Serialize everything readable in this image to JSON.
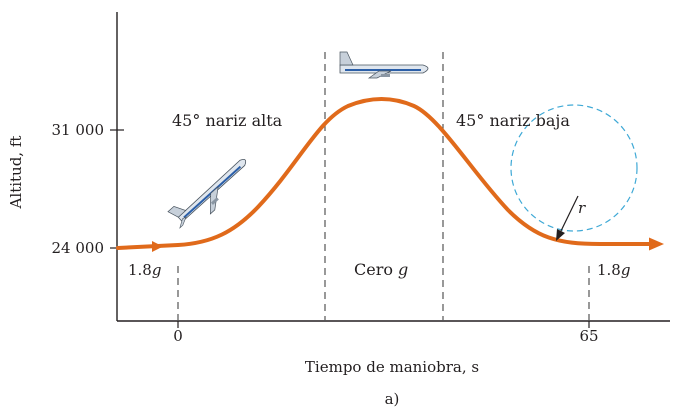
{
  "figure": {
    "y_axis_title": "Altitud, ft",
    "x_axis_title": "Tiempo de maniobra, s",
    "caption": "a)",
    "y_ticks": [
      "31 000",
      "24 000"
    ],
    "x_ticks": [
      "0",
      "65"
    ],
    "regions": {
      "nose_up": "45° nariz alta",
      "zero_g": "Cero",
      "zero_g_symbol": "g",
      "nose_down": "45° nariz baja"
    },
    "load_left": {
      "value": "1.8",
      "symbol": "g"
    },
    "load_right": {
      "value": "1.8",
      "symbol": "g"
    },
    "radius_label": "r"
  },
  "colors": {
    "trajectory": "#e06a1b",
    "axis": "#231f20",
    "dashed_guides": "#555555",
    "circle": "#3fa9d6",
    "aircraft_body": "#dfe6ee",
    "aircraft_stripe": "#2b5fa8"
  },
  "icons": {
    "plane_climb": "airplane-climbing-icon",
    "plane_level": "airplane-level-icon"
  }
}
